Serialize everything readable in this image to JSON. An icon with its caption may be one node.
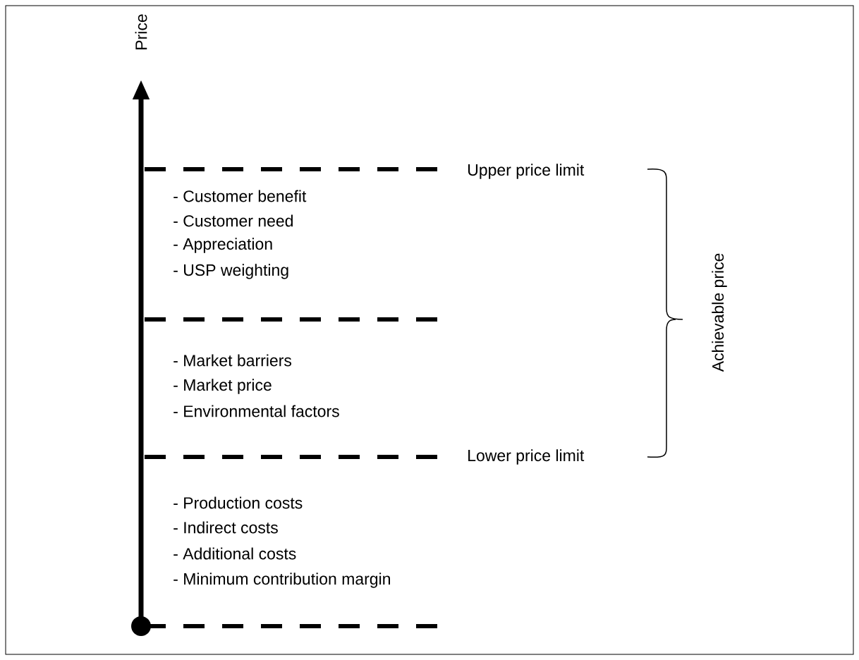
{
  "diagram": {
    "labels": [
      "Price",
      "Upper price limit",
      "- Customer benefit",
      "- Customer need",
      "- Appreciation",
      "- USP weighting",
      "Achievable price",
      "- Market barriers",
      "- Market price",
      "- Environmental factors",
      "Lower price limit",
      "- Production costs",
      "- Indirect costs",
      "- Additional costs",
      "- Minimum contribution margin"
    ]
  }
}
